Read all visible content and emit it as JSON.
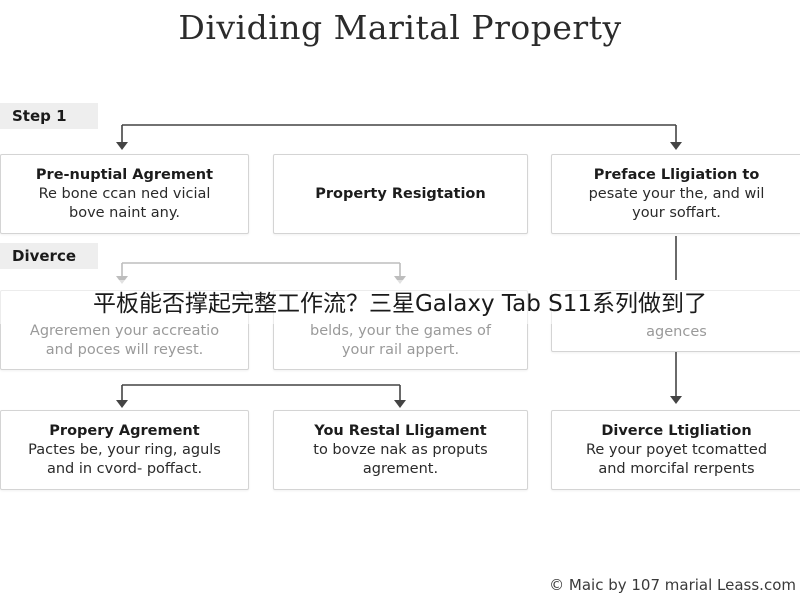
{
  "title": "Dividing Marital Property",
  "steps": {
    "step1": "Step 1",
    "divorce": "Diverce"
  },
  "row1": [
    {
      "title": "Pre-nuptial Agrement",
      "body": "Re bone ccan ned vicial\nbove naint any."
    },
    {
      "title": "Property Resigtation",
      "body": ""
    },
    {
      "title": "Preface Lligiation to",
      "body": "pesate your the, and wil\nyour soffart."
    }
  ],
  "row2": [
    {
      "title": "",
      "body": "Agreremen your accreatio\nand poces will reyest."
    },
    {
      "title": "",
      "body": "belds, your the games of\nyour rail appert."
    },
    {
      "title": "",
      "body": "agences"
    }
  ],
  "row3": [
    {
      "title": "Propery Agrement",
      "body": "Pactes be, your ring, aguls\nand in cvord- poffact."
    },
    {
      "title": "You Restal Lligament",
      "body": "to bovze nak as proputs\nagrement."
    },
    {
      "title": "Diverce Ltigliation",
      "body": "Re your poyet tcomatted\nand morcifal rerpents"
    }
  ],
  "banner": "平板能否撑起完整工作流？三星Galaxy Tab S11系列做到了",
  "footer": "© Maic by 107 marial Leass.com"
}
